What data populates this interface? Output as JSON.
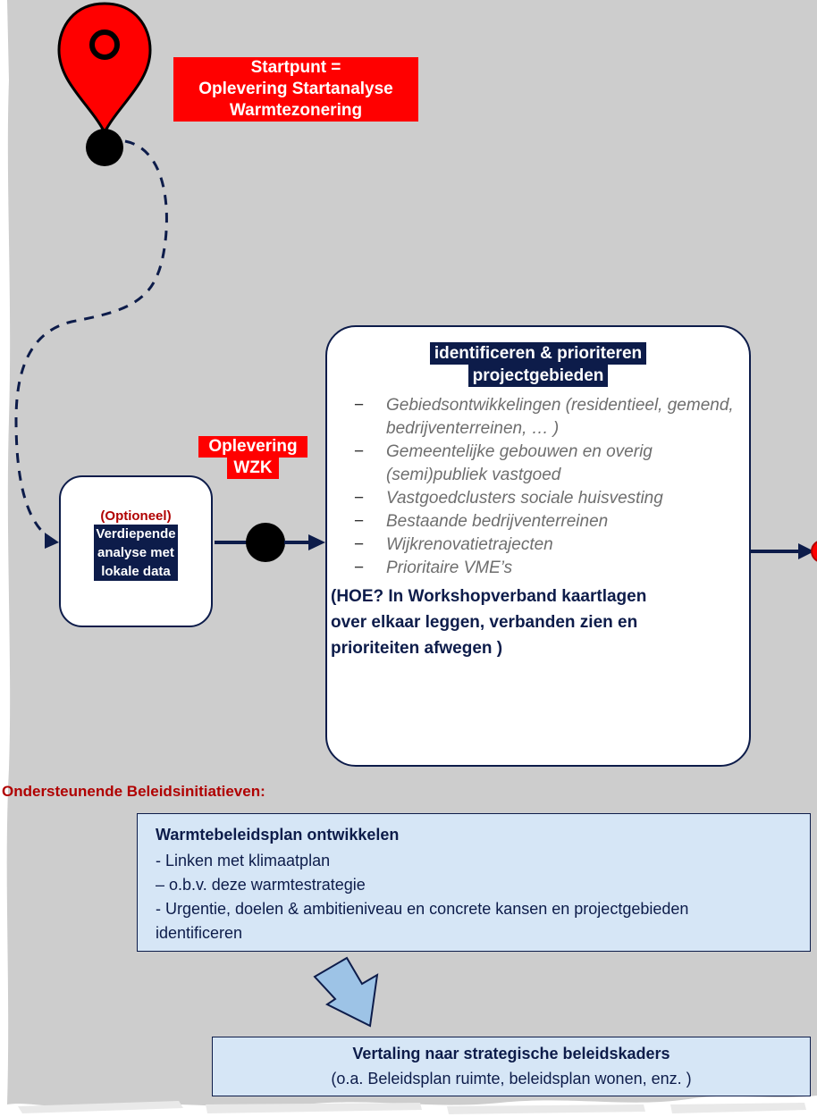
{
  "startpoint": {
    "lines": [
      "Startpunt =",
      "Oplevering Startanalyse",
      "Warmtezonering"
    ]
  },
  "delivery_wzk": {
    "lines": [
      "Oplevering",
      "WZK"
    ]
  },
  "optional_box": {
    "tag": "(Optioneel)",
    "lines": [
      "Verdiepende",
      "analyse met",
      "lokale data"
    ]
  },
  "main_box": {
    "title_lines": [
      "identificeren & prioriteren",
      "projectgebieden"
    ],
    "items": [
      "Gebiedsontwikkelingen (residentieel, gemend, bedrijventerreinen, … )",
      "Gemeentelijke gebouwen en overig (semi)publiek vastgoed",
      "Vastgoedclusters sociale huisvesting",
      "Bestaande bedrijventerreinen",
      "Wijkrenovatietrajecten",
      "Prioritaire VME’s"
    ],
    "how": "(HOE? In Workshopverband kaartlagen over elkaar leggen, verbanden zien en prioriteiten afwegen )"
  },
  "support": {
    "title": "Ondersteunende Beleidsinitiatieven:",
    "plan_title": "Warmtebeleidsplan ontwikkelen",
    "plan_lines": [
      "- Linken met klimaatplan",
      "– o.b.v. deze warmtestrategie",
      "- Urgentie, doelen & ambitieniveau en concrete kansen en projectgebieden identificeren"
    ],
    "translation_title": "Vertaling naar strategische beleidskaders",
    "translation_sub": "(o.a. Beleidsplan ruimte, beleidsplan wonen, enz. )"
  },
  "colors": {
    "background": "#cdcdcd",
    "navy": "#0d1c4a",
    "red": "#ff0000",
    "dark_red": "#b00000",
    "light_blue": "#d6e6f6"
  }
}
